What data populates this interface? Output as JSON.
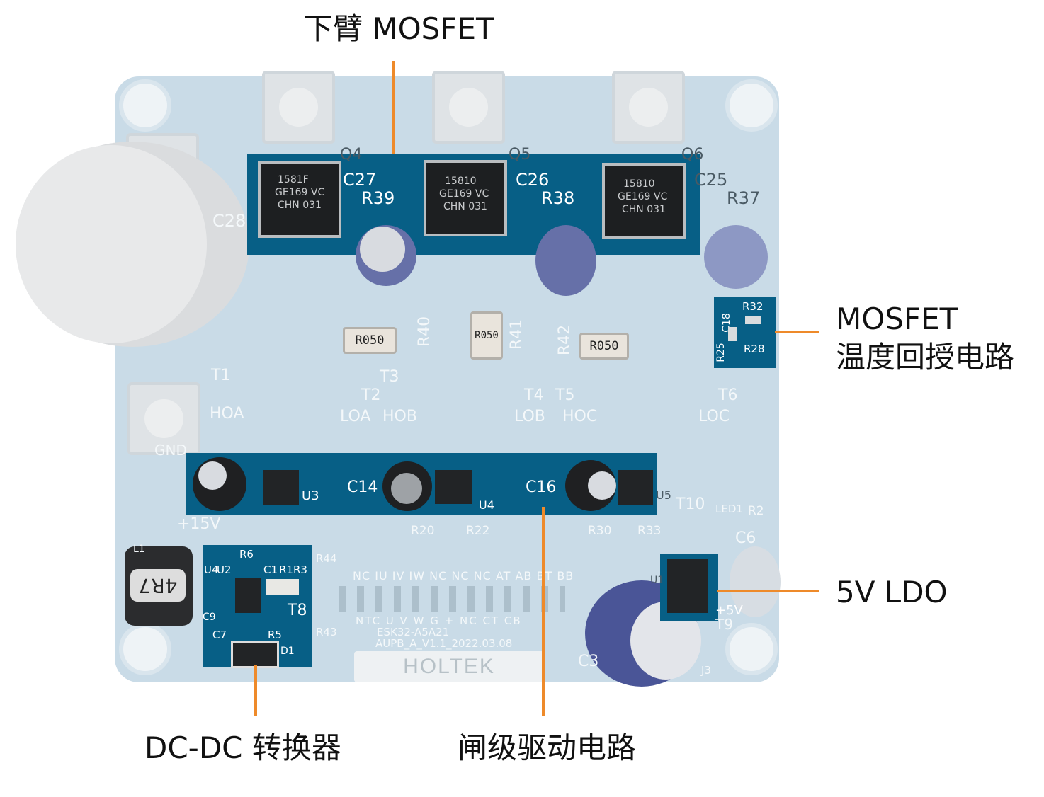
{
  "colors": {
    "leader_line": "#ee8a2a",
    "highlight": "#075f86",
    "pcb": "#c9dbe7",
    "label_text": "#111111"
  },
  "labels": {
    "low_side_mosfet": "下臂 MOSFET",
    "mosfet_temp_line1": "MOSFET",
    "mosfet_temp_line2": "温度回授电路",
    "ldo": "5V LDO",
    "dc_dc": "DC-DC 转换器",
    "gate_driver": "闸级驱动电路"
  },
  "board": {
    "mosfets": [
      {
        "ref": "Q4",
        "cap": "C27",
        "res": "R39",
        "marking": [
          "1581F",
          "GE169 VC",
          "CHN 031"
        ]
      },
      {
        "ref": "Q5",
        "cap": "C26",
        "res": "R38",
        "marking": [
          "15810",
          "GE169 VC",
          "CHN 031"
        ]
      },
      {
        "ref": "Q6",
        "cap": "C25",
        "res": "R37",
        "marking": [
          "15810",
          "GE169 VC",
          "CHN 031"
        ]
      }
    ],
    "temp_sense_refs": [
      "R32",
      "C18",
      "R25",
      "R28"
    ],
    "gate_caps": [
      "C14",
      "C16"
    ],
    "gate_ics": [
      "U3",
      "U4",
      "U5"
    ],
    "shunt_resistors": [
      "R050",
      "R050",
      "R050"
    ],
    "shunt_refs": [
      "R40",
      "R41",
      "R42"
    ],
    "phase_labels": [
      "HOA",
      "LOA",
      "HOB",
      "LOB",
      "HOC",
      "LOC"
    ],
    "test_points": [
      "T1",
      "T2",
      "T3",
      "T4",
      "T5",
      "T6"
    ],
    "power_labels": [
      "+15V",
      "GND",
      "+5V",
      "T8",
      "T9",
      "T10"
    ],
    "ldo_refs": [
      "U1",
      "C6",
      "LED1",
      "R2"
    ],
    "dcdc_refs": [
      "L1",
      "U2",
      "R6",
      "C1",
      "R1",
      "R3",
      "C9",
      "C7",
      "R5",
      "D1",
      "U4"
    ],
    "inductor_marking": "4R7",
    "header_top": [
      "NC",
      "IU",
      "IV",
      "IW",
      "NC",
      "NC",
      "NC",
      "AT",
      "AB",
      "BT",
      "BB"
    ],
    "header_bottom": [
      "NTC",
      "U",
      "V",
      "W",
      "G",
      "+",
      "NC",
      "CT",
      "CB"
    ],
    "big_caps": [
      "C28",
      "C3"
    ],
    "bottom_refs": [
      "R20",
      "R22",
      "R30",
      "R33",
      "R43",
      "R44",
      "J3"
    ],
    "board_id_line1": "ESK32-A5A21",
    "board_id_line2": "AUPB_A_V1.1_2022.03.08",
    "logo": "HOLTEK"
  }
}
